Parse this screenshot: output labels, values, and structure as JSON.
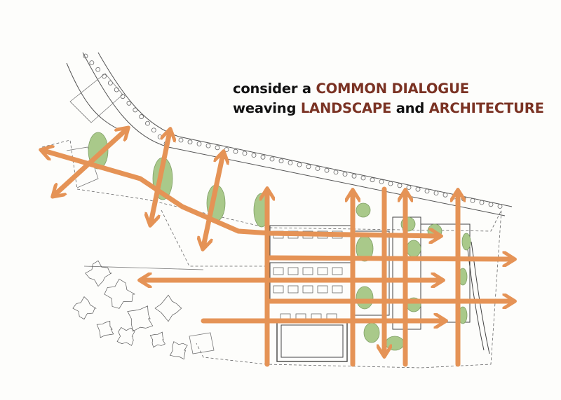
{
  "caption": {
    "line1": {
      "prefix": "consider a ",
      "highlight": "COMMON DIALOGUE"
    },
    "line2": {
      "prefix": "weaving ",
      "highlight1": "LANDSCAPE",
      "middle": " and ",
      "highlight2": "ARCHITECTURE"
    }
  },
  "colors": {
    "arrow": "#e59356",
    "tree_fill": "#a9c98a",
    "tree_stroke": "#7f9f66",
    "linework": "#555555",
    "highlight_text": "#7a3223",
    "body_text": "#111111"
  }
}
